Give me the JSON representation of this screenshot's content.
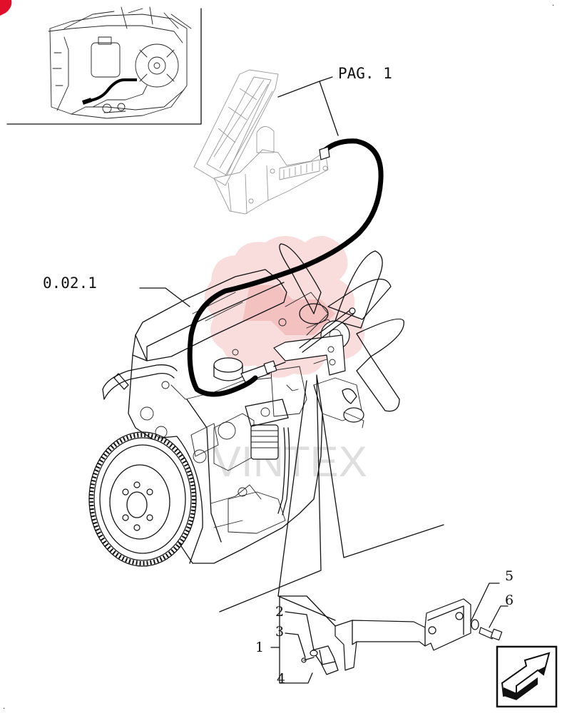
{
  "references": {
    "page_ref": "PAG. 1",
    "engine_ref": "0.02.1"
  },
  "callouts": [
    "1",
    "2",
    "3",
    "4",
    "5",
    "6"
  ],
  "watermark": "VINTEX",
  "colors": {
    "cable": "#000000",
    "watermark": "#f3b8b8",
    "corner_mark": "#e0102a"
  },
  "nav_icon": "next-page-arrow-icon"
}
